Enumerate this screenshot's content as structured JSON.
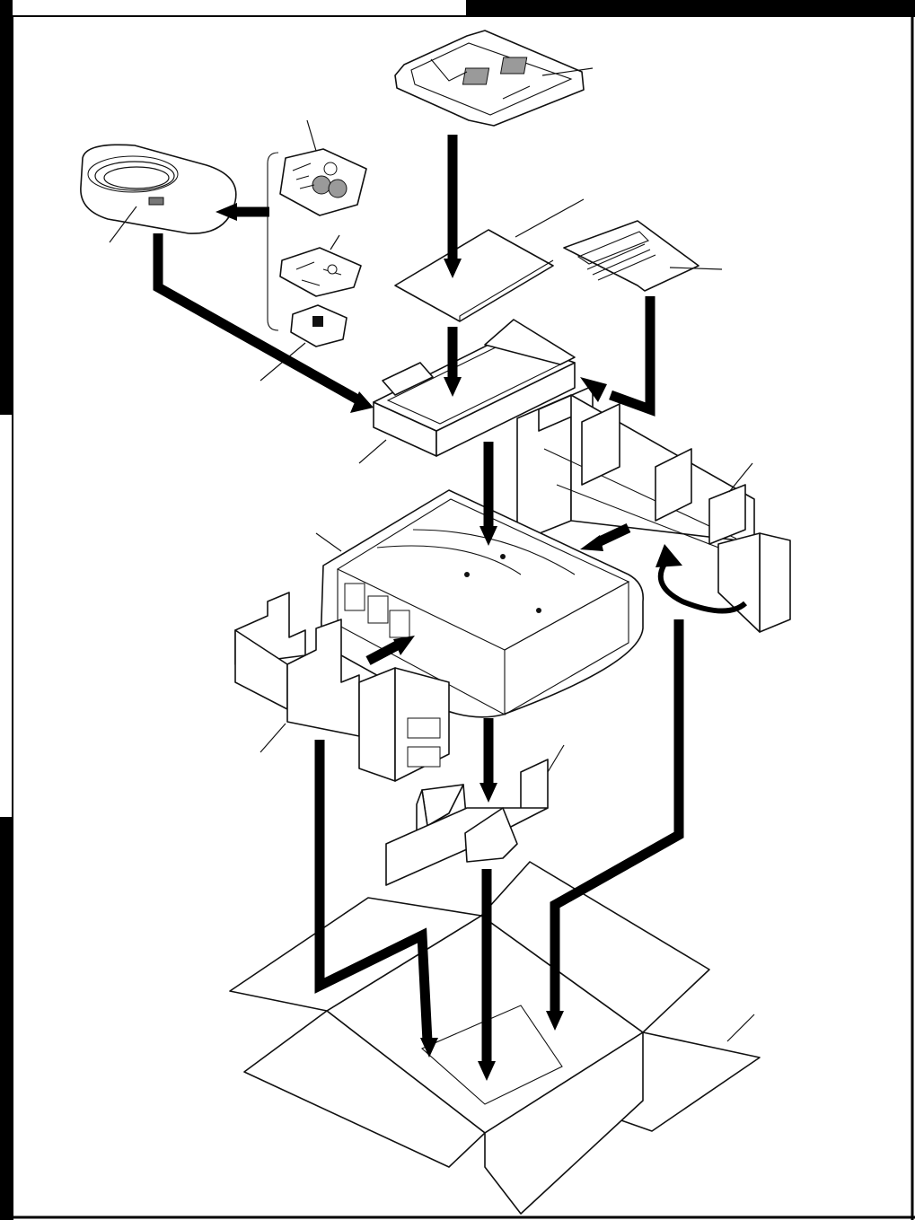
{
  "diagram": {
    "type": "exploded packing diagram",
    "components": [
      "top-packing-pad",
      "accessory-bags",
      "power-cord-bag",
      "document-sheet",
      "packing-template",
      "accessory-tray",
      "left-packing-insert",
      "right-packing-insert",
      "device-unit",
      "front-corner-insert",
      "shipping-carton"
    ],
    "colors": {
      "ink": "#000000",
      "paper": "#ffffff",
      "shading": "#9a9a9a"
    }
  }
}
